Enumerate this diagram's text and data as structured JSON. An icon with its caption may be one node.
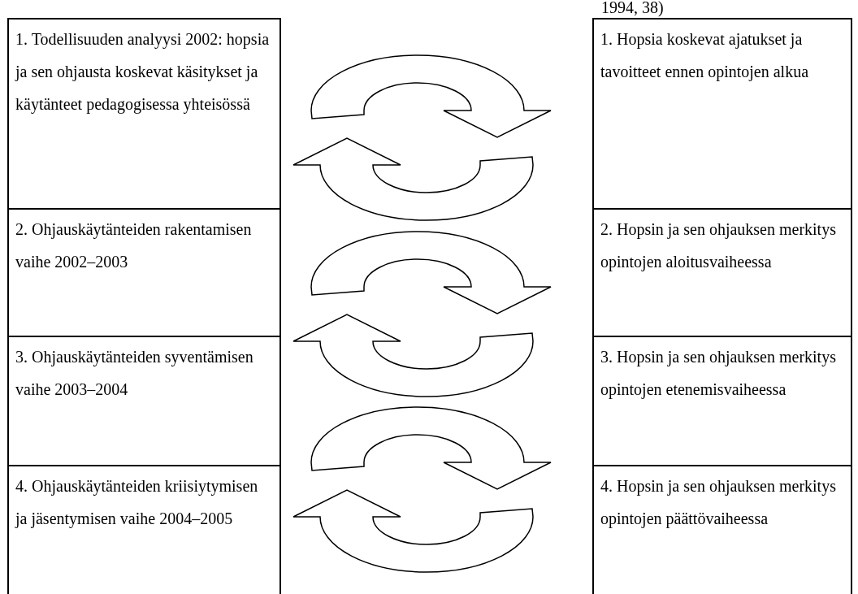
{
  "diagram": {
    "nodes": [
      {
        "text": [
          "1. Todellisuuden analyysi 2002: hopsia ja sen ohjausta koskevat käsitykset ja käytänteet pedagogisessa yhteisössä"
        ]
      },
      {
        "text": [
          "2. Ohjauskäytänteiden rakentamisen vaihe 2002–2003"
        ]
      },
      {
        "text": [
          "3. Ohjauskäytänteiden syventämisen vaihe 2003–2004"
        ]
      },
      {
        "text": [
          "4. Ohjauskäytänteiden kriisiytymisen ja jäsentymisen vaihe 2004–2005"
        ]
      },
      {
        "text": [
          "1. Hopsia koskevat ajatukset ja tavoitteet ennen opintojen alkua"
        ]
      },
      {
        "text": [
          "2. Hopsin ja sen ohjauksen merkitys opintojen aloitusvaiheessa"
        ]
      },
      {
        "text": [
          "3. Hopsin ja sen ohjauksen merkitys opintojen etenemisvaiheessa"
        ]
      },
      {
        "text": [
          "4. Hopsin ja sen ohjauksen merkitys opintojen päättövaiheessa"
        ]
      }
    ],
    "labels": [
      "1994, 38)"
    ]
  }
}
